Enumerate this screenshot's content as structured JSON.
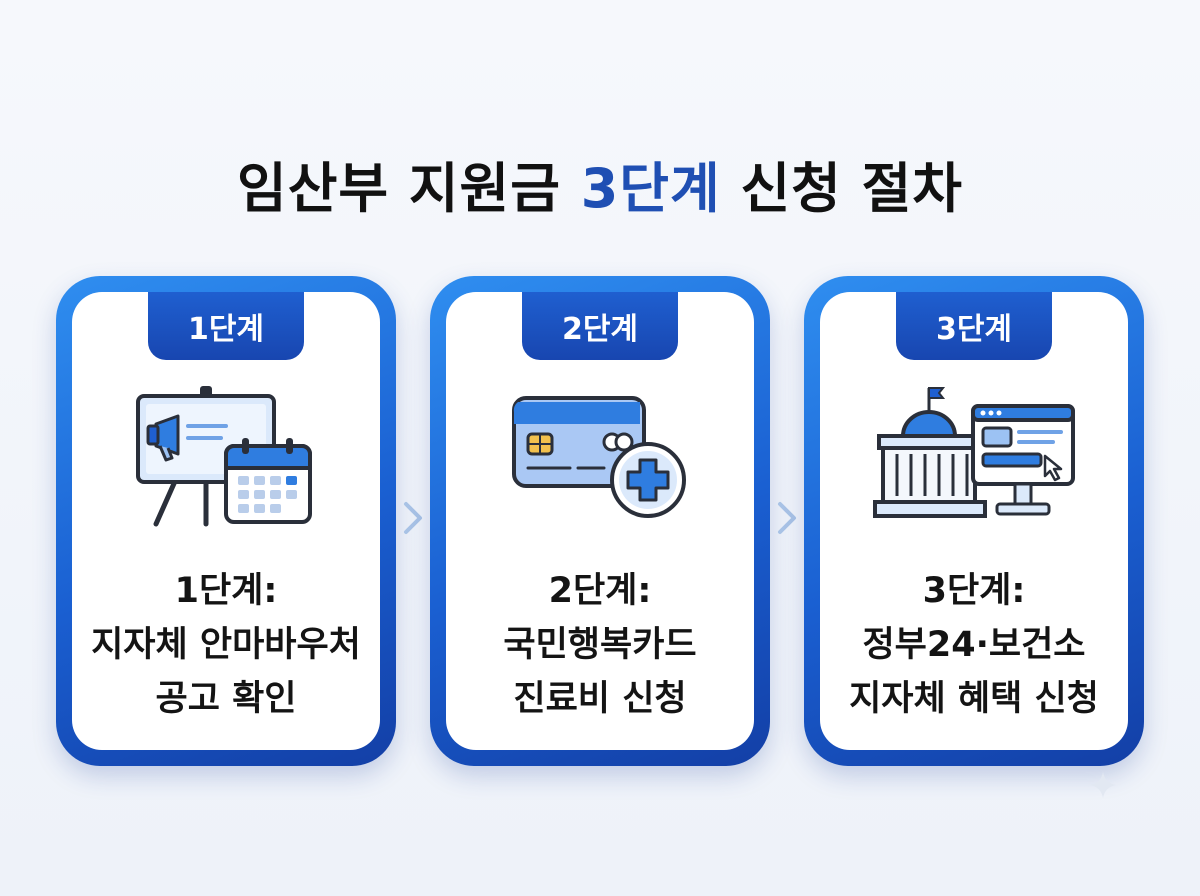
{
  "title": {
    "prefix": "임산부 지원금 ",
    "highlight": "3단계",
    "suffix": " 신청 절차"
  },
  "steps": [
    {
      "badge": "1단계",
      "icon": "presentation-board-calendar-icon",
      "lines": [
        "1단계:",
        "지자체 안마바우처",
        "공고 확인"
      ]
    },
    {
      "badge": "2단계",
      "icon": "credit-card-medical-cross-icon",
      "lines": [
        "2단계:",
        "국민행복카드",
        "진료비 신청"
      ]
    },
    {
      "badge": "3단계",
      "icon": "government-building-computer-icon",
      "lines": [
        "3단계:",
        "정부24·보건소",
        "지자체 혜택 신청"
      ]
    }
  ],
  "colors": {
    "primary": "#1f5fd0",
    "accent": "#2f8ef0",
    "highlight": "#1f4fb3",
    "text": "#111111"
  }
}
